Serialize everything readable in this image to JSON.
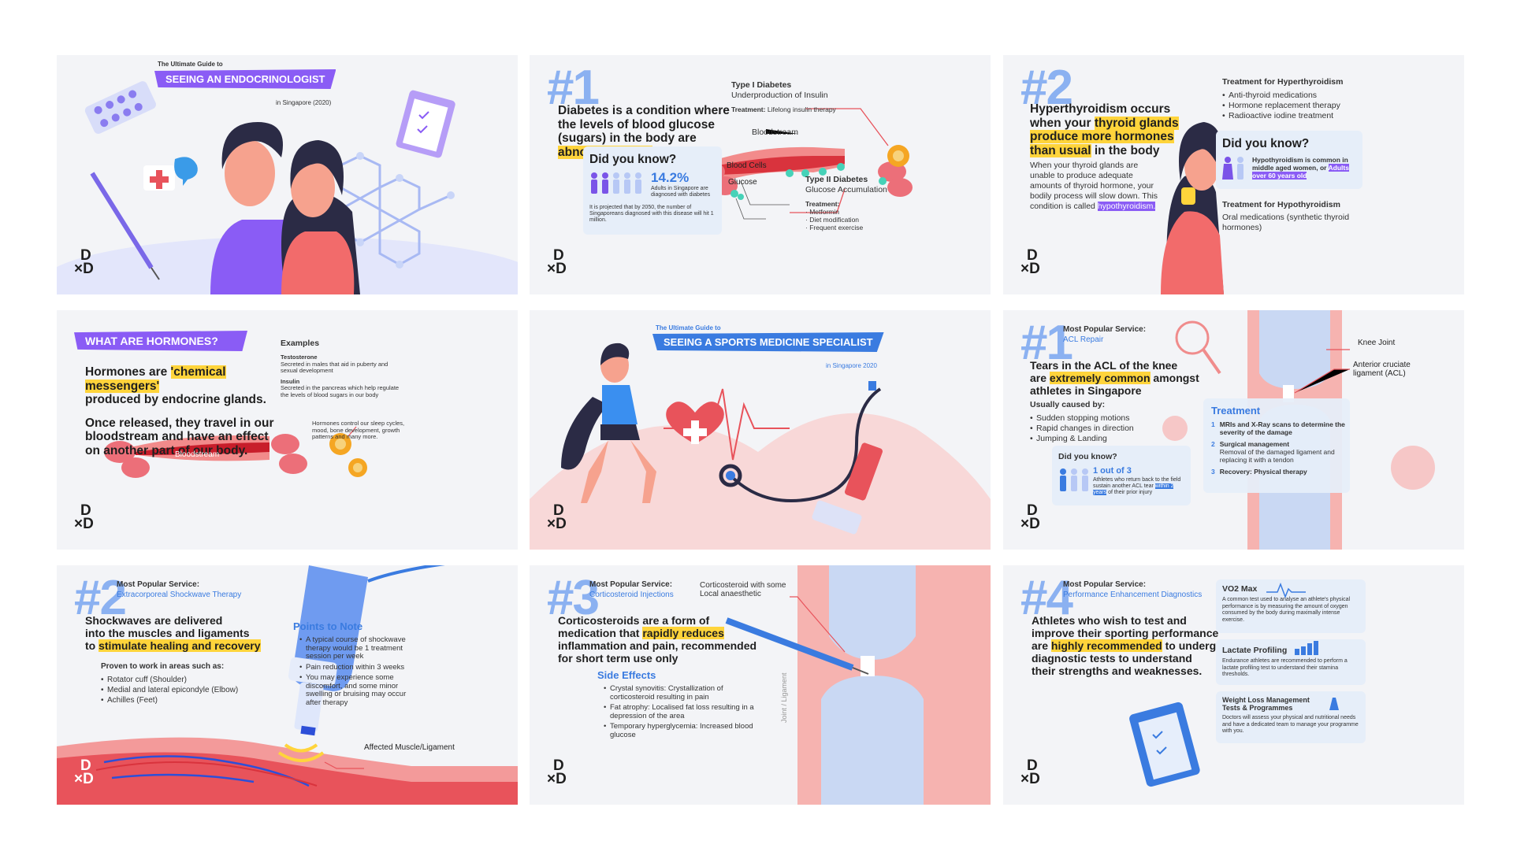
{
  "p1": {
    "kicker": "The Ultimate Guide to",
    "title": "SEEING AN ENDOCRINOLOGIST",
    "sub": "in Singapore (2020)"
  },
  "p2": {
    "num": "#1",
    "body": [
      "Diabetes is a condition where",
      "the levels of blood glucose",
      "(sugars) in the body are"
    ],
    "hl": "abnormally high",
    "t1": "Type I Diabetes",
    "t1d": "Underproduction of Insulin",
    "t1tlabel": "Treatment:",
    "t1t": "Lifelong insulin therapy",
    "bloodstream": "Bloodstream",
    "cells": "Blood Cells",
    "glucose": "Glucose",
    "t2": "Type II Diabetes",
    "t2d": "Glucose Accumulation",
    "t2tlabel": "Treatment:",
    "t2t": [
      "· Metformin",
      "· Diet modification",
      "· Frequent exercise"
    ],
    "dyk": "Did you know?",
    "stat": "14.2%",
    "statd": "Adults in Singapore are diagnosed with diabetes",
    "proj": "It is projected that by 2050, the number of Singaporeans diagnosed with this disease will hit 1 million."
  },
  "p3": {
    "num": "#2",
    "l1": "Hyperthyroidism occurs",
    "l2a": "when your ",
    "l2b": "thyroid glands",
    "l3": "produce more hormones",
    "l4a": "than usual",
    "l4b": " in the body",
    "body": "When your thyroid glands are unable to produce adequate amounts of thyroid hormone, your bodily process will slow down. This condition is called",
    "bodyhl": "hypothyroidism.",
    "th": "Treatment for Hyperthyroidism",
    "thl": [
      "Anti-thyroid medications",
      "Hormone replacement therapy",
      "Radioactive iodine treatment"
    ],
    "dyk": "Did you know?",
    "dykt": "Hypothyroidism is common in middle aged women, or",
    "dykhl": "Adults over 60 years old",
    "tho": "Treatment for Hypothyroidism",
    "thod": "Oral medications (synthetic thyroid hormones)"
  },
  "p4": {
    "ribbon": "WHAT ARE HORMONES?",
    "l1a": "Hormones are ",
    "l1b": "'chemical messengers'",
    "l2": "produced by endocrine glands.",
    "p2": "Once released, they travel in our bloodstream and have an effect on another part of our body.",
    "ex": "Examples",
    "e1": "Testosterone",
    "e1d": "Secreted in males that aid in puberty and sexual development",
    "e2": "Insulin",
    "e2d": "Secreted in the pancreas which help regulate the levels of blood sugars in our body",
    "note": "Hormones control our sleep cycles, mood, bone development, growth patterns and many more.",
    "bloodstream": "Bloodstream"
  },
  "p5": {
    "kicker": "The Ultimate Guide to",
    "title": "SEEING A SPORTS MEDICINE SPECIALIST",
    "sub": "in Singapore 2020"
  },
  "p6": {
    "num": "#1",
    "svc": "Most Popular Service:",
    "svcn": "ACL Repair",
    "l1": "Tears in the ACL of the knee",
    "l2a": "are ",
    "l2b": "extremely common",
    "l2c": " amongst",
    "l3": "athletes in Singapore",
    "cause": "Usually caused by:",
    "causes": [
      "Sudden stopping motions",
      "Rapid changes in direction",
      "Jumping & Landing"
    ],
    "knee": "Knee Joint",
    "acl": "Anterior cruciate ligament (ACL)",
    "treat": "Treatment",
    "tr": [
      {
        "n": "1",
        "t": "MRIs and X-Ray scans to determine the severity of the damage",
        "b": ""
      },
      {
        "n": "2",
        "t": "Surgical management",
        "b": "Removal of the damaged ligament and replacing it with a tendon"
      },
      {
        "n": "3",
        "t": "Recovery: Physical therapy",
        "b": ""
      }
    ],
    "dyk": "Did you know?",
    "stat": "1 out of 3",
    "statd": "Athletes who return back to the field sustain another ACL tear",
    "stathl": "within 2 years",
    "statd2": " of their prior injury"
  },
  "p7": {
    "num": "#2",
    "svc": "Most Popular Service:",
    "svcn": "Extracorporeal Shockwave Therapy",
    "l1": "Shockwaves are delivered",
    "l2": "into the muscles and ligaments",
    "l3a": "to ",
    "l3b": "stimulate healing and recovery",
    "proven": "Proven to work in areas such as:",
    "areas": [
      "Rotator cuff (Shoulder)",
      "Medial and lateral epicondyle (Elbow)",
      "Achilles (Feet)"
    ],
    "ptn": "Points to Note",
    "notes": [
      "A typical course of shockwave therapy would be 1 treatment session per week",
      "Pain reduction within 3 weeks",
      "You may experience some discomfort, and some minor swelling or bruising may occur after therapy"
    ],
    "affected": "Affected Muscle/Ligament"
  },
  "p8": {
    "num": "#3",
    "svc": "Most Popular Service:",
    "svcn": "Corticosteroid Injections",
    "inj": "Corticosteroid with some Local anaesthetic",
    "l1": "Corticosteroids are a form of",
    "l2a": "medication that ",
    "l2b": "rapidly reduces",
    "l3": "inflammation and pain, recommended",
    "l4": "for short term use only",
    "se": "Side Effects",
    "effects": [
      "Crystal synovitis: Crystallization of corticosteroid resulting in pain",
      "Fat atrophy: Localised fat loss resulting in a depression of the area",
      "Temporary hyperglycemia: Increased blood glucose"
    ],
    "joint": "Joint / Ligament"
  },
  "p9": {
    "num": "#4",
    "svc": "Most Popular Service:",
    "svcn": "Performance Enhancement Diagnostics",
    "l1": "Athletes who wish to test and",
    "l2": "improve their sporting performance",
    "l3a": "are ",
    "l3b": "highly recommended",
    "l3c": " to undergo",
    "l4": "diagnostic tests to understand",
    "l5": "their strengths and weaknesses.",
    "c1t": "VO2 Max",
    "c1d": "A common test used to analyse an athlete's physical performance is by measuring the amount of oxygen consumed by the body during maximally intense exercise.",
    "c2t": "Lactate Profiling",
    "c2d": "Endurance athletes are recommended to perform a lactate profiling test to understand their stamina thresholds.",
    "c3t": "Weight Loss Management Tests & Programmes",
    "c3d": "Doctors will assess your physical and nutritional needs and have a dedicated team to manage your programme with you."
  },
  "logo": {
    "l1": "D",
    "l2": "×D"
  },
  "colors": {
    "purple": "#8a5cf5",
    "blue": "#3a7be0",
    "yellow": "#ffd43b",
    "red": "#e8535b",
    "pink": "#f26b6b"
  }
}
